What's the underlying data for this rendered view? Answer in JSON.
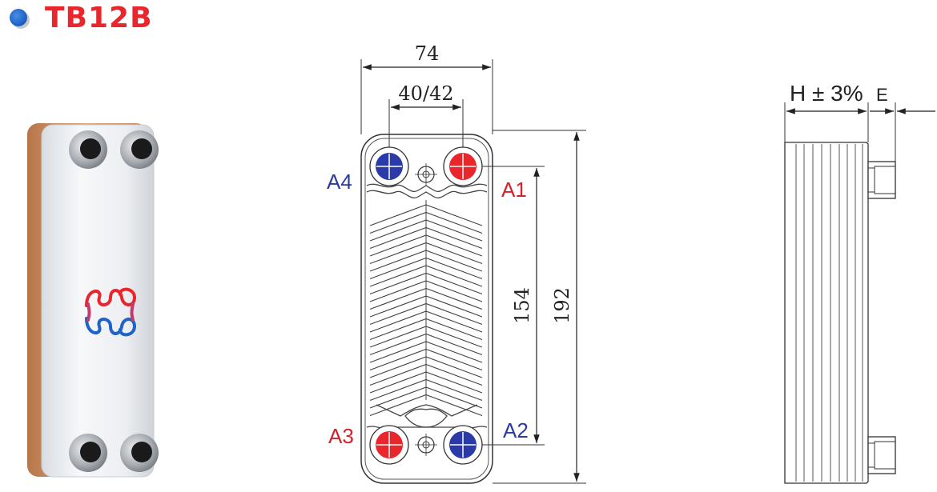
{
  "title": "TB12B",
  "colors": {
    "accent": "#e8262c",
    "bullet": "#1f63c7",
    "port_red": "#e8262c",
    "port_blue": "#2a3aa8",
    "label_blue": "#2a3c9e",
    "label_red": "#d2232a"
  },
  "dimensions": {
    "width_outer": "74",
    "width_port": "40/42",
    "height_port": "154",
    "height_outer": "192",
    "thickness": "H ± 3%",
    "connection": "E"
  },
  "ports": {
    "a1": "A1",
    "a2": "A2",
    "a3": "A3",
    "a4": "A4"
  }
}
